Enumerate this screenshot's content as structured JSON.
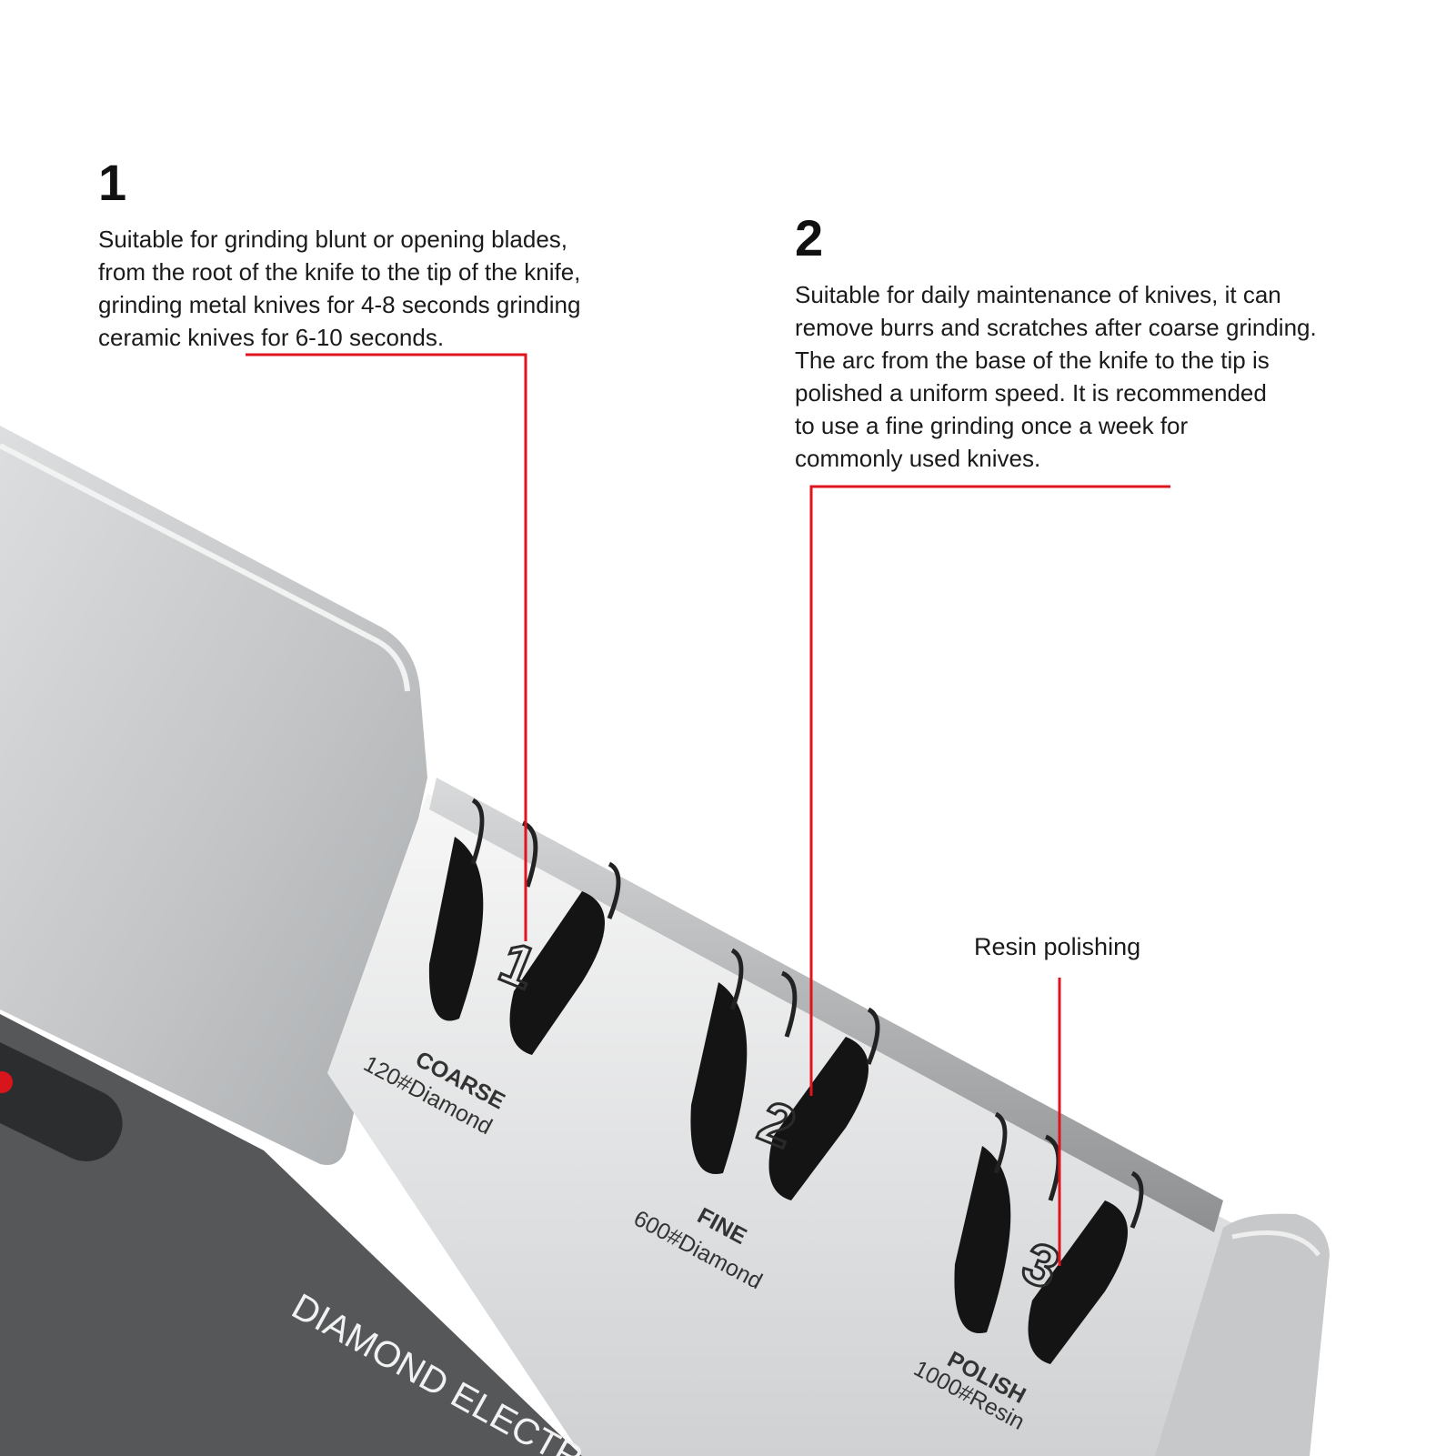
{
  "colors": {
    "accent_line": "#e0141e",
    "housing_silver": "#c4c6c8",
    "base_dark": "#555657",
    "slot_black": "#141414"
  },
  "callouts": {
    "stage1": {
      "number": "1",
      "lines": [
        "Suitable for grinding blunt or opening blades,",
        "from the root of the knife to the tip of the knife,",
        "grinding metal knives for 4-8 seconds grinding",
        "ceramic knives for 6-10 seconds."
      ]
    },
    "stage2": {
      "number": "2",
      "lines": [
        "Suitable for daily maintenance of knives, it can",
        "remove burrs and scratches after coarse grinding.",
        "The arc from the base of the knife to the tip is",
        "polished a uniform speed. It is recommended",
        "to use a fine grinding once a week for",
        "commonly used knives."
      ]
    },
    "stage3": {
      "label": "Resin polishing"
    }
  },
  "product": {
    "slots": [
      {
        "digit": "1",
        "name": "COARSE",
        "grit": "120#Diamond"
      },
      {
        "digit": "2",
        "name": "FINE",
        "grit": "600#Diamond"
      },
      {
        "digit": "3",
        "name": "POLISH",
        "grit": "1000#Resin"
      }
    ],
    "brand_text": "DIAMOND ELECTR"
  }
}
